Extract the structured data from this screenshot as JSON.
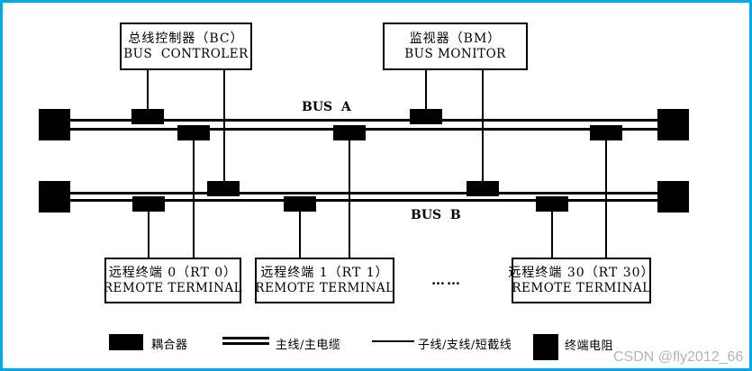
{
  "frame": {
    "border_color": "#00a9ec",
    "background": "#ffffff"
  },
  "diagram": {
    "devices": [
      {
        "id": "bc",
        "line1": "总线控制器（BC）",
        "line2": "BUS  CONTROLER"
      },
      {
        "id": "bm",
        "line1": "监视器（BM）",
        "line2": "BUS MONITOR"
      },
      {
        "id": "rt0",
        "line1": "远程终端 0（RT 0）",
        "line2": "REMOTE TERMINAL"
      },
      {
        "id": "rt1",
        "line1": "远程终端 1（RT 1）",
        "line2": "REMOTE TERMINAL"
      },
      {
        "id": "rt30",
        "line1": "远程终端 30（RT 30）",
        "line2": "REMOTE TERMINAL"
      }
    ],
    "bus_a_label": "BUS  A",
    "bus_b_label": "BUS  B",
    "ellipsis": "……"
  },
  "legend": {
    "items": [
      {
        "icon": "coupler-swatch",
        "label": "耦合器"
      },
      {
        "icon": "main-line-swatch",
        "label": "主线/主电缆"
      },
      {
        "icon": "stub-line-swatch",
        "label": "子线/支线/短截线"
      },
      {
        "icon": "terminator-swatch",
        "label": "终端电阻"
      }
    ]
  },
  "watermark": "CSDN @fly2012_66",
  "colors": {
    "ink": "#000000",
    "watermark_text": "#b4b4b4"
  }
}
